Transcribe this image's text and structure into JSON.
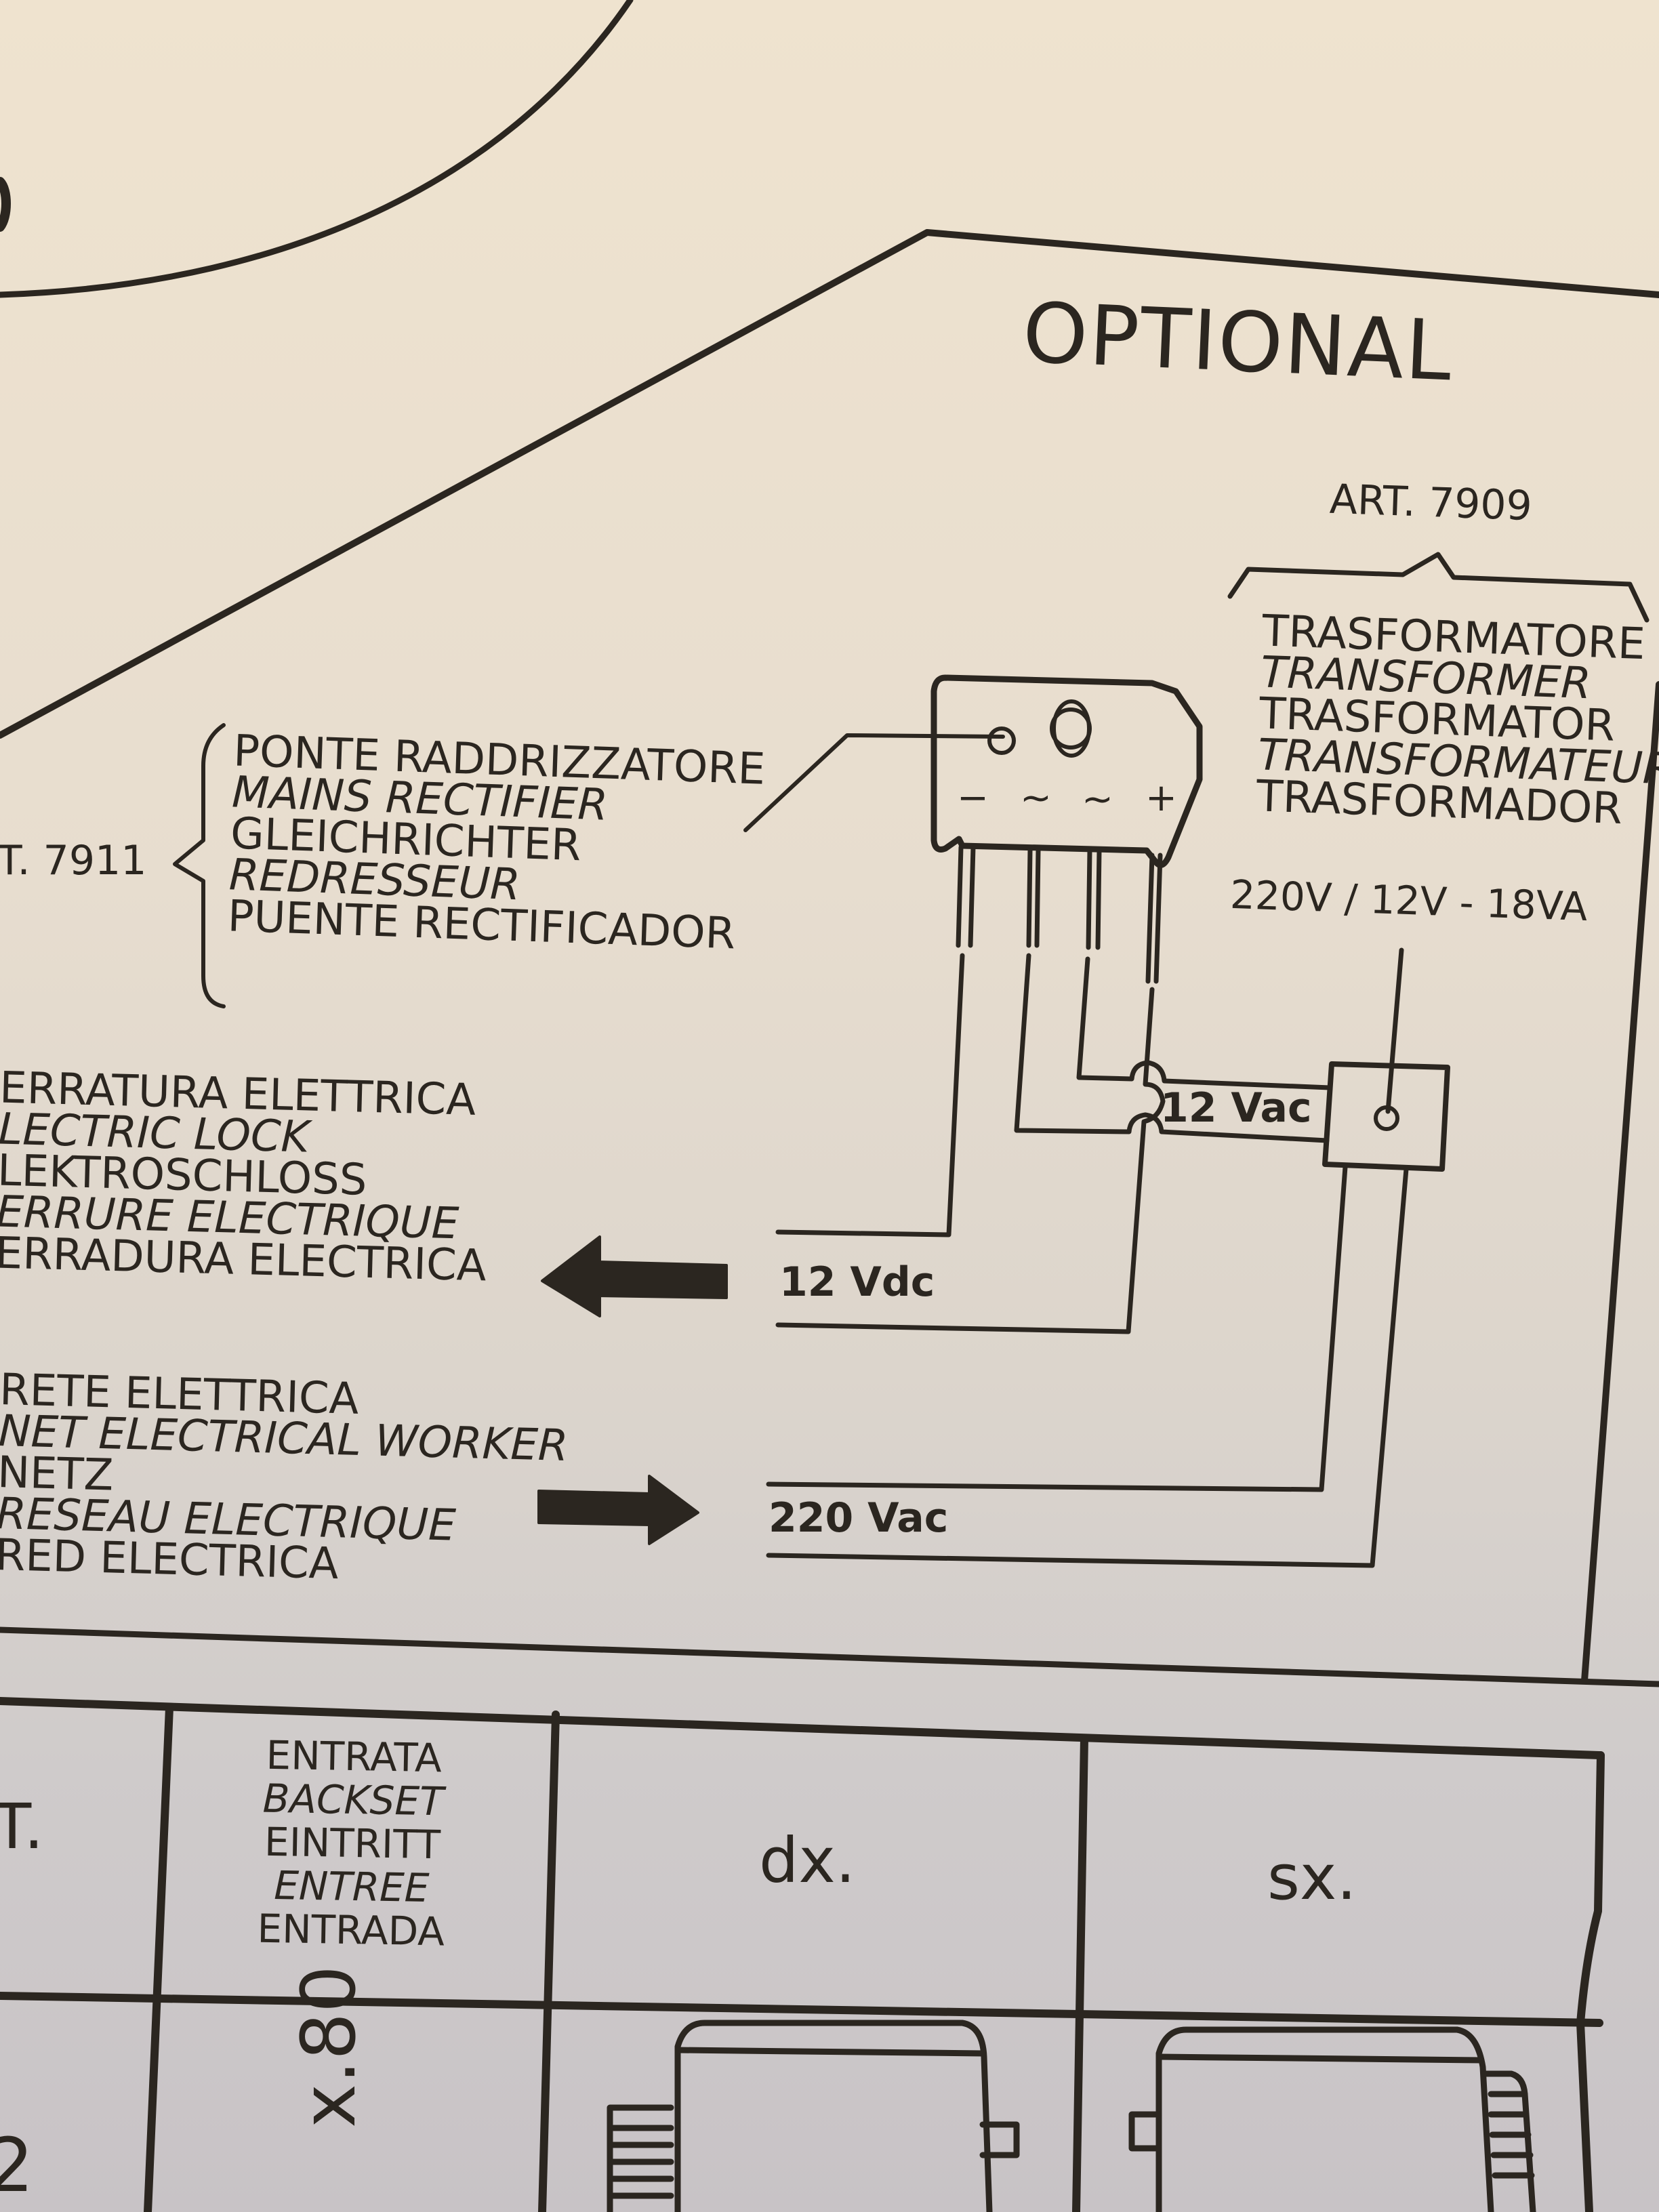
{
  "section_title": "OPTIONAL",
  "transformer": {
    "article": "ART. 7909",
    "names": [
      {
        "text": "TRASFORMATORE",
        "italic": false
      },
      {
        "text": "TRANSFORMER",
        "italic": true
      },
      {
        "text": "TRASFORMATOR",
        "italic": false
      },
      {
        "text": "TRANSFORMATEUR",
        "italic": true
      },
      {
        "text": "TRASFORMADOR",
        "italic": false
      }
    ],
    "rating": "220V / 12V - 18VA"
  },
  "rectifier": {
    "article": "T. 7911",
    "names": [
      {
        "text": "PONTE RADDRIZZATORE",
        "italic": false
      },
      {
        "text": "MAINS RECTIFIER",
        "italic": true
      },
      {
        "text": "GLEICHRICHTER",
        "italic": false
      },
      {
        "text": "REDRESSEUR",
        "italic": true
      },
      {
        "text": "PUENTE RECTIFICADOR",
        "italic": false
      }
    ],
    "pin_labels": [
      "−",
      "~",
      "~",
      "+"
    ]
  },
  "electric_lock": {
    "names": [
      {
        "text": "ERRATURA ELETTRICA",
        "italic": false
      },
      {
        "text": "LECTRIC LOCK",
        "italic": true
      },
      {
        "text": "LEKTROSCHLOSS",
        "italic": false
      },
      {
        "text": "ERRURE ELECTRIQUE",
        "italic": true
      },
      {
        "text": "ERRADURA ELECTRICA",
        "italic": false
      }
    ],
    "voltage": "12 Vdc",
    "arrow_direction": "left"
  },
  "mains": {
    "names": [
      {
        "text": "RETE ELETTRICA",
        "italic": false
      },
      {
        "text": "NET ELECTRICAL WORKER",
        "italic": true
      },
      {
        "text": "NETZ",
        "italic": false
      },
      {
        "text": "RESEAU ELECTRIQUE",
        "italic": true
      },
      {
        "text": "RED ELECTRICA",
        "italic": false
      }
    ],
    "voltage": "220 Vac",
    "arrow_direction": "right"
  },
  "secondary_voltage": "12 Vac",
  "table": {
    "col0_header": "T.",
    "backset_header": [
      {
        "text": "ENTRATA",
        "italic": false
      },
      {
        "text": "BACKSET",
        "italic": true
      },
      {
        "text": "EINTRITT",
        "italic": false
      },
      {
        "text": "ENTREE",
        "italic": true
      },
      {
        "text": "ENTRADA",
        "italic": false
      }
    ],
    "right_header": "dx.",
    "left_header": "sx.",
    "row1_col0": "2",
    "row1_backset": "x.80"
  },
  "colors": {
    "ink": "#2b2620",
    "paper": "#e7ddcf"
  }
}
